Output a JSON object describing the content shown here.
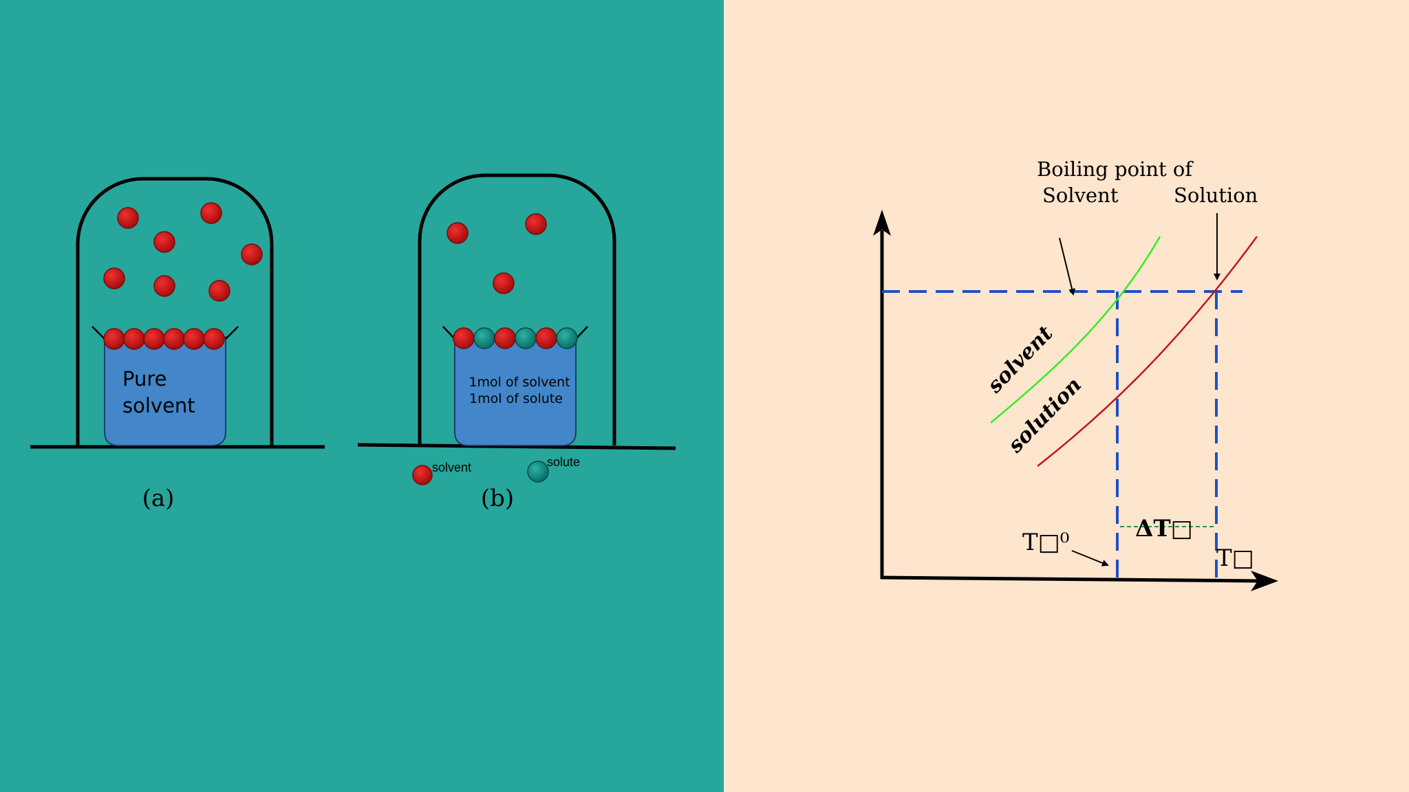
{
  "colors": {
    "left_bg": "#27a69b",
    "right_bg": "#fde5ce",
    "solvent_particle": "#cc1414",
    "solute_particle": "#12847a",
    "liquid": "#4386c9",
    "solvent_curve": "#33ee22",
    "solution_curve": "#c01818",
    "dashed_guides": "#1f4fc4",
    "delta_guide": "#2f8f4a"
  },
  "panel_a": {
    "beaker_text_line1": "Pure",
    "beaker_text_line2": "solvent",
    "caption": "(a)"
  },
  "panel_b": {
    "beaker_text_line1": "1mol of solvent",
    "beaker_text_line2": "1mol of solute",
    "caption": "(b)",
    "legend": {
      "solvent_label": "solvent",
      "solute_label": "solute"
    }
  },
  "graph": {
    "header_boiling": "Boiling point of",
    "header_solvent": "Solvent",
    "header_solution": "Solution",
    "curve_label_solvent": "solvent",
    "curve_label_solution": "solution",
    "tb0_label": "T□⁰",
    "delta_label": "ΔT□",
    "tb_label": "T□"
  }
}
